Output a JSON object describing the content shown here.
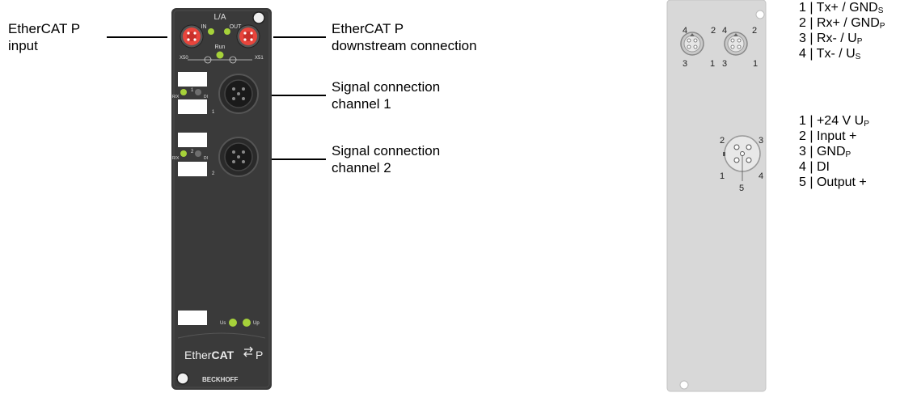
{
  "callouts": {
    "input_line1": "EtherCAT P",
    "input_line2": "input",
    "downstream_line1": "EtherCAT P",
    "downstream_line2": "downstream connection",
    "ch1_line1": "Signal connection",
    "ch1_line2": "channel 1",
    "ch2_line1": "Signal connection",
    "ch2_line2": "channel 2"
  },
  "device": {
    "la_label": "L/A",
    "in_label": "IN",
    "out_label": "OUT",
    "run_label": "Run",
    "x50_label": "X50",
    "x51_label": "X51",
    "ch1_number": "1",
    "ch2_number": "2",
    "ch_r_label": "R/X",
    "ch_di_label": "DI",
    "us_label": "Us",
    "up_label": "Up",
    "logo_ether": "Ether",
    "logo_cat": "CAT",
    "logo_p": "P",
    "brand": "BECKHOFF"
  },
  "rear": {
    "left_conn_pins": [
      "4",
      "2",
      "3",
      "1"
    ],
    "right_conn_pins": [
      "4",
      "2",
      "3",
      "1"
    ],
    "m12_pins": [
      "2",
      "3",
      "1",
      "4",
      "5"
    ]
  },
  "ethercat_pins": [
    {
      "num": "1",
      "main": "Tx+ / GND",
      "sub": "S"
    },
    {
      "num": "2",
      "main": "Rx+ / GND",
      "sub": "P"
    },
    {
      "num": "3",
      "main": "Rx- / U",
      "sub": "P"
    },
    {
      "num": "4",
      "main": "Tx- / U",
      "sub": "S"
    }
  ],
  "signal_pins": [
    {
      "num": "1",
      "main": "+24 V U",
      "sub": "P"
    },
    {
      "num": "2",
      "main": "Input +",
      "sub": ""
    },
    {
      "num": "3",
      "main": "GND",
      "sub": "P"
    },
    {
      "num": "4",
      "main": "DI",
      "sub": ""
    },
    {
      "num": "5",
      "main": "Output +",
      "sub": ""
    }
  ],
  "colors": {
    "housing": "#3a3a3a",
    "connector_red": "#e8453c",
    "led_green": "#a6d23a",
    "rear_gray": "#d8d8d8"
  }
}
